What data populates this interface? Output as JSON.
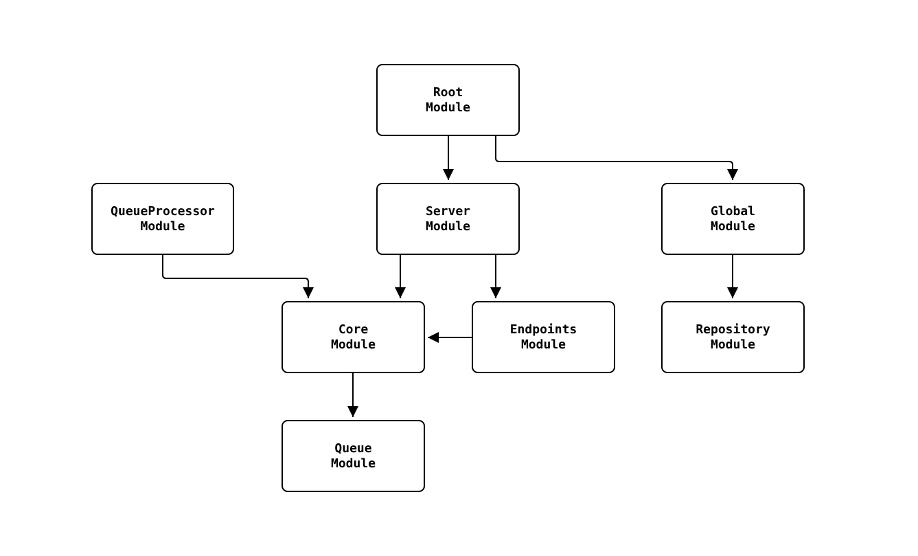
{
  "diagram": {
    "type": "flowchart",
    "direction": "top-down",
    "colors": {
      "background": "#ffffff",
      "node_fill": "#ffffff",
      "node_border": "#000000",
      "edge": "#000000",
      "text": "#000000"
    },
    "nodes": [
      {
        "id": "root",
        "label": "Root\nModule"
      },
      {
        "id": "queueprocessor",
        "label": "QueueProcessor\nModule"
      },
      {
        "id": "server",
        "label": "Server\nModule"
      },
      {
        "id": "global",
        "label": "Global\nModule"
      },
      {
        "id": "core",
        "label": "Core\nModule"
      },
      {
        "id": "endpoints",
        "label": "Endpoints\nModule"
      },
      {
        "id": "repository",
        "label": "Repository\nModule"
      },
      {
        "id": "queue",
        "label": "Queue\nModule"
      }
    ],
    "edges": [
      {
        "from": "root",
        "to": "server"
      },
      {
        "from": "root",
        "to": "global"
      },
      {
        "from": "queueprocessor",
        "to": "core"
      },
      {
        "from": "server",
        "to": "core"
      },
      {
        "from": "server",
        "to": "endpoints"
      },
      {
        "from": "endpoints",
        "to": "core"
      },
      {
        "from": "global",
        "to": "repository"
      },
      {
        "from": "core",
        "to": "queue"
      }
    ]
  }
}
